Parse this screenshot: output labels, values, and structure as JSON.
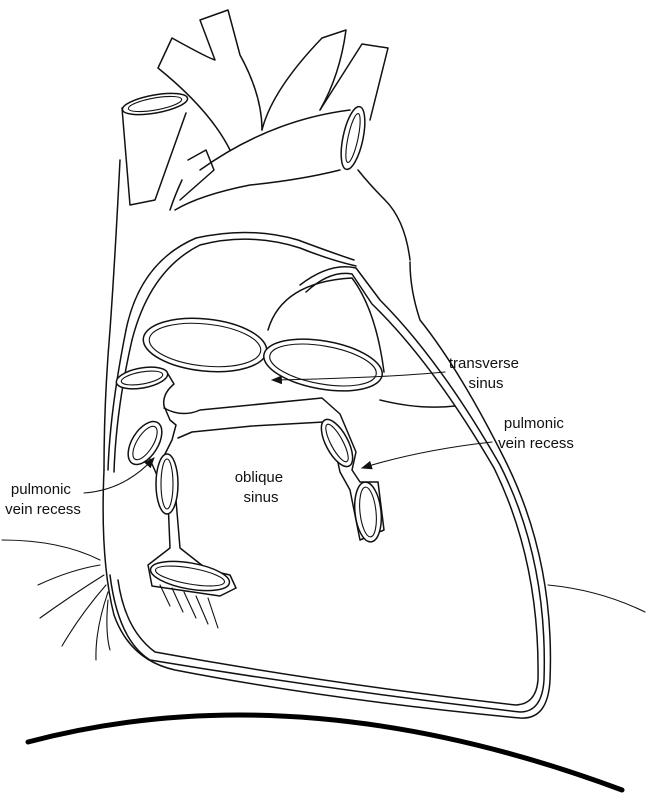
{
  "labels": {
    "transverse": [
      "transverse",
      "sinus"
    ],
    "pulmonic_right": [
      "pulmonic",
      "vein recess"
    ],
    "pulmonic_left": [
      "pulmonic",
      "vein recess"
    ],
    "oblique": [
      "oblique",
      "sinus"
    ]
  },
  "colors": {
    "ink": "#111111",
    "background": "#ffffff"
  }
}
